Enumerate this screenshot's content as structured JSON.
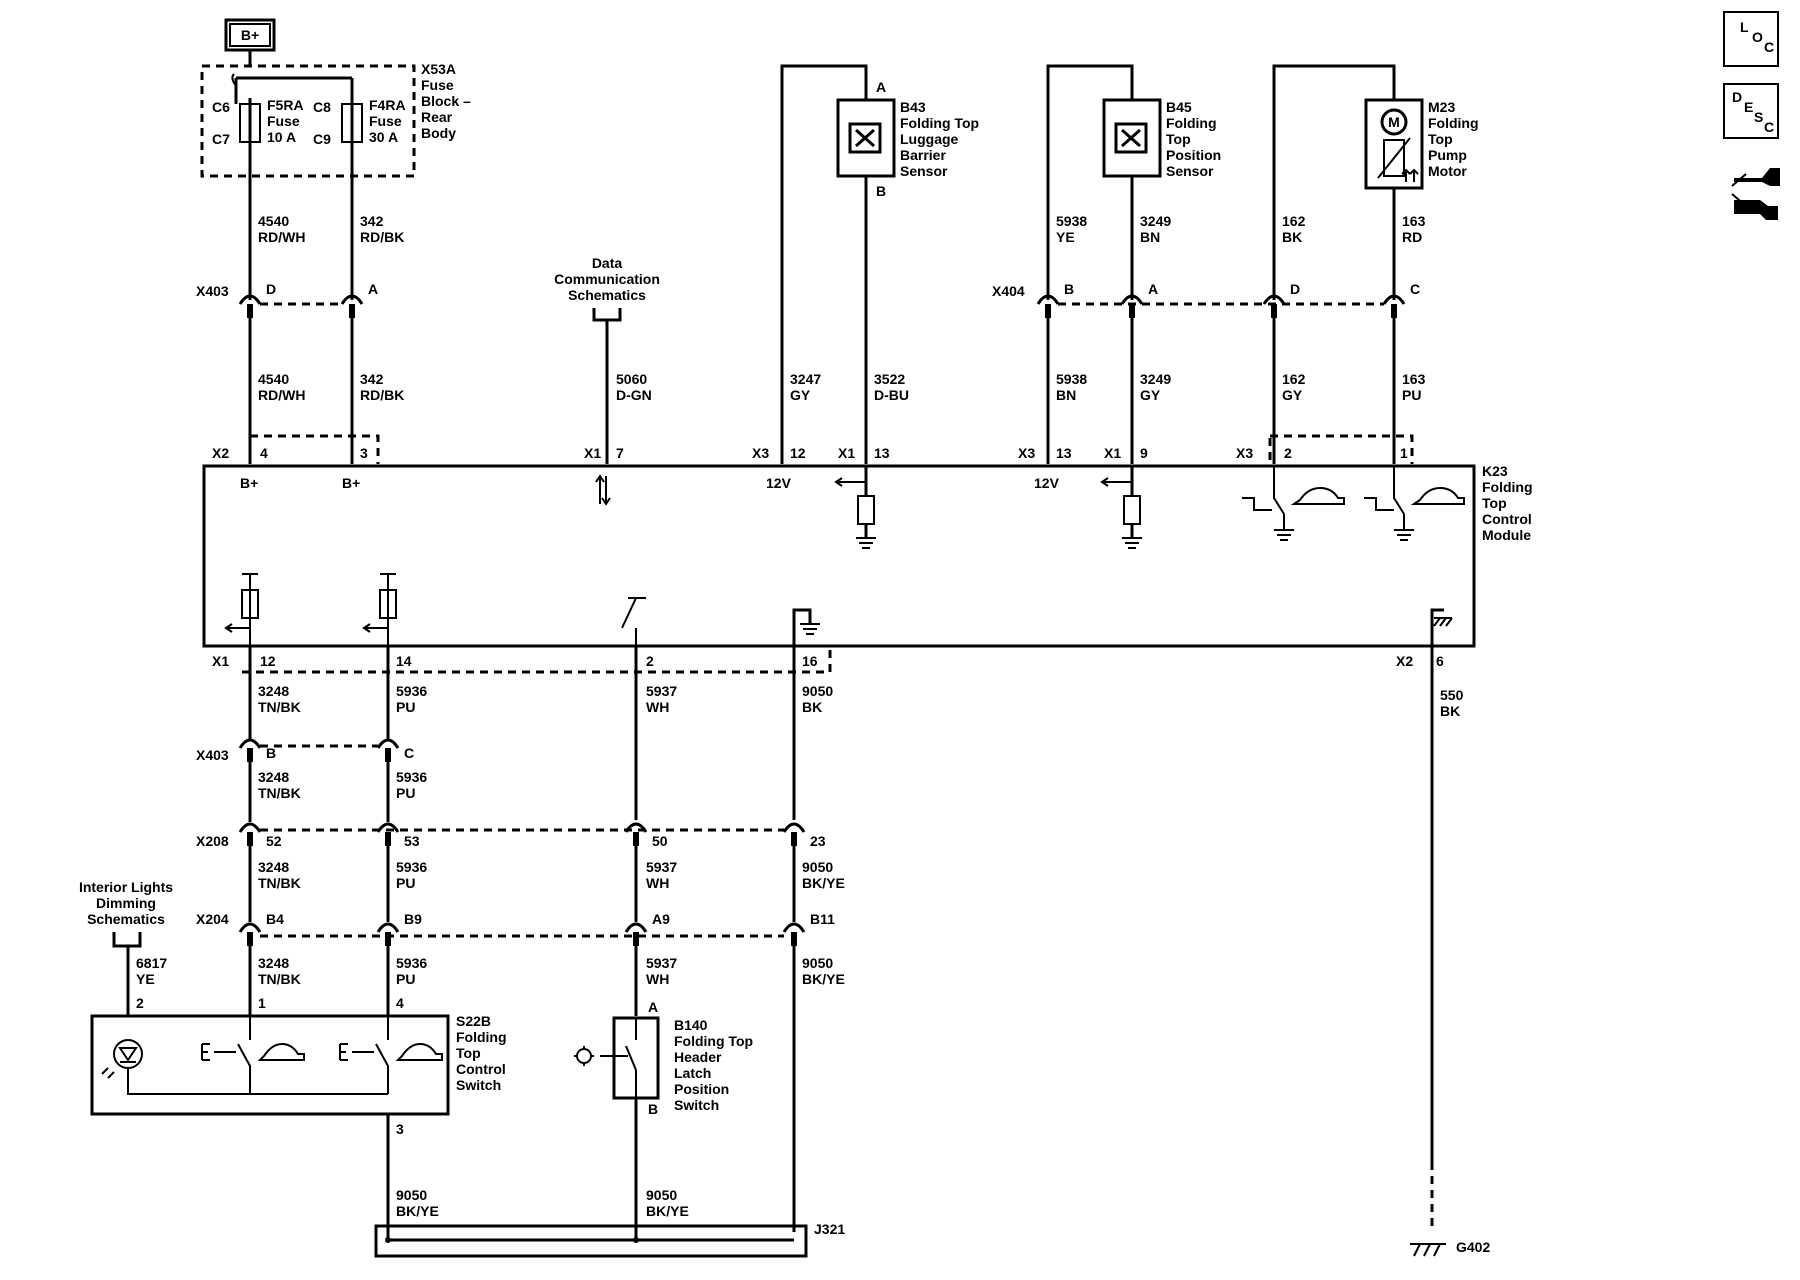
{
  "battery_label": "B+",
  "fuse_block": {
    "name": "X53A",
    "desc": [
      "Fuse",
      "Block –",
      "Rear",
      "Body"
    ],
    "fuses": [
      {
        "name": "F5RA",
        "type": "Fuse",
        "rating": "10 A",
        "pin_in": "C6",
        "pin_out": "C7"
      },
      {
        "name": "F4RA",
        "type": "Fuse",
        "rating": "30 A",
        "pin_in": "C8",
        "pin_out": "C9"
      }
    ]
  },
  "nav_icons": [
    "loc-icon",
    "desc-icon",
    "connector-icon"
  ],
  "icons_text": {
    "loc": [
      "L",
      "O",
      "C"
    ],
    "desc": [
      "D",
      "E",
      "S",
      "C"
    ]
  },
  "wires": [
    {
      "circuit": "4540",
      "color": "RD/WH"
    },
    {
      "circuit": "342",
      "color": "RD/BK"
    },
    {
      "circuit": "4540",
      "color": "RD/WH"
    },
    {
      "circuit": "342",
      "color": "RD/BK"
    },
    {
      "circuit": "5060",
      "color": "D-GN"
    },
    {
      "circuit": "3247",
      "color": "GY"
    },
    {
      "circuit": "3522",
      "color": "D-BU"
    },
    {
      "circuit": "5938",
      "color": "YE"
    },
    {
      "circuit": "3249",
      "color": "BN"
    },
    {
      "circuit": "162",
      "color": "BK"
    },
    {
      "circuit": "163",
      "color": "RD"
    },
    {
      "circuit": "5938",
      "color": "BN"
    },
    {
      "circuit": "3249",
      "color": "GY"
    },
    {
      "circuit": "162",
      "color": "GY"
    },
    {
      "circuit": "163",
      "color": "PU"
    },
    {
      "circuit": "3248",
      "color": "TN/BK"
    },
    {
      "circuit": "5936",
      "color": "PU"
    },
    {
      "circuit": "5937",
      "color": "WH"
    },
    {
      "circuit": "9050",
      "color": "BK"
    },
    {
      "circuit": "550",
      "color": "BK"
    },
    {
      "circuit": "3248",
      "color": "TN/BK"
    },
    {
      "circuit": "5936",
      "color": "PU"
    },
    {
      "circuit": "3248",
      "color": "TN/BK"
    },
    {
      "circuit": "5936",
      "color": "PU"
    },
    {
      "circuit": "5937",
      "color": "WH"
    },
    {
      "circuit": "9050",
      "color": "BK/YE"
    },
    {
      "circuit": "6817",
      "color": "YE"
    },
    {
      "circuit": "3248",
      "color": "TN/BK"
    },
    {
      "circuit": "5936",
      "color": "PU"
    },
    {
      "circuit": "5937",
      "color": "WH"
    },
    {
      "circuit": "9050",
      "color": "BK/YE"
    },
    {
      "circuit": "9050",
      "color": "BK/YE"
    },
    {
      "circuit": "9050",
      "color": "BK/YE"
    }
  ],
  "connectors": {
    "x403_top": {
      "name": "X403",
      "pins": [
        "D",
        "A"
      ]
    },
    "x404": {
      "name": "X404",
      "pins": [
        "B",
        "A",
        "D",
        "C"
      ]
    },
    "x403_bot": {
      "name": "X403",
      "pins": [
        "B",
        "C"
      ]
    },
    "x208": {
      "name": "X208",
      "pins": [
        "52",
        "53",
        "50",
        "23"
      ]
    },
    "x204": {
      "name": "X204",
      "pins": [
        "B4",
        "B9",
        "A9",
        "B11"
      ]
    }
  },
  "module": {
    "name": "K23",
    "desc": [
      "Folding",
      "Top",
      "Control",
      "Module"
    ],
    "top_pins": [
      {
        "conn": "X2",
        "pin": "4"
      },
      {
        "conn": "",
        "pin": "3"
      },
      {
        "conn": "X1",
        "pin": "7"
      },
      {
        "conn": "X3",
        "pin": "12"
      },
      {
        "conn": "X1",
        "pin": "13"
      },
      {
        "conn": "X3",
        "pin": "13"
      },
      {
        "conn": "X1",
        "pin": "9"
      },
      {
        "conn": "X3",
        "pin": "2"
      },
      {
        "conn": "",
        "pin": "1"
      }
    ],
    "internal_labels": [
      "B+",
      "B+",
      "12V",
      "12V"
    ],
    "bottom_pins": [
      {
        "conn": "X1",
        "pin": "12"
      },
      {
        "conn": "",
        "pin": "14"
      },
      {
        "conn": "",
        "pin": "2"
      },
      {
        "conn": "",
        "pin": "16"
      },
      {
        "conn": "X2",
        "pin": "6"
      }
    ]
  },
  "sensors": [
    {
      "id": "B43",
      "desc": [
        "Folding Top",
        "Luggage",
        "Barrier",
        "Sensor"
      ],
      "pin_top": "A",
      "pin_bot": "B"
    },
    {
      "id": "B45",
      "desc": [
        "Folding",
        "Top",
        "Position",
        "Sensor"
      ]
    },
    {
      "id": "M23",
      "desc": [
        "Folding",
        "Top",
        "Pump",
        "Motor"
      ],
      "symbol": "M"
    }
  ],
  "data_comm": [
    "Data",
    "Communication",
    "Schematics"
  ],
  "interior_lights": [
    "Interior Lights",
    "Dimming",
    "Schematics"
  ],
  "switch_s22b": {
    "id": "S22B",
    "desc": [
      "Folding",
      "Top",
      "Control",
      "Switch"
    ],
    "pins": [
      "2",
      "1",
      "4",
      "3"
    ]
  },
  "switch_b140": {
    "id": "B140",
    "desc": [
      "Folding Top",
      "Header",
      "Latch",
      "Position",
      "Switch"
    ],
    "pin_top": "A",
    "pin_bot": "B"
  },
  "splice": "J321",
  "ground": "G402"
}
